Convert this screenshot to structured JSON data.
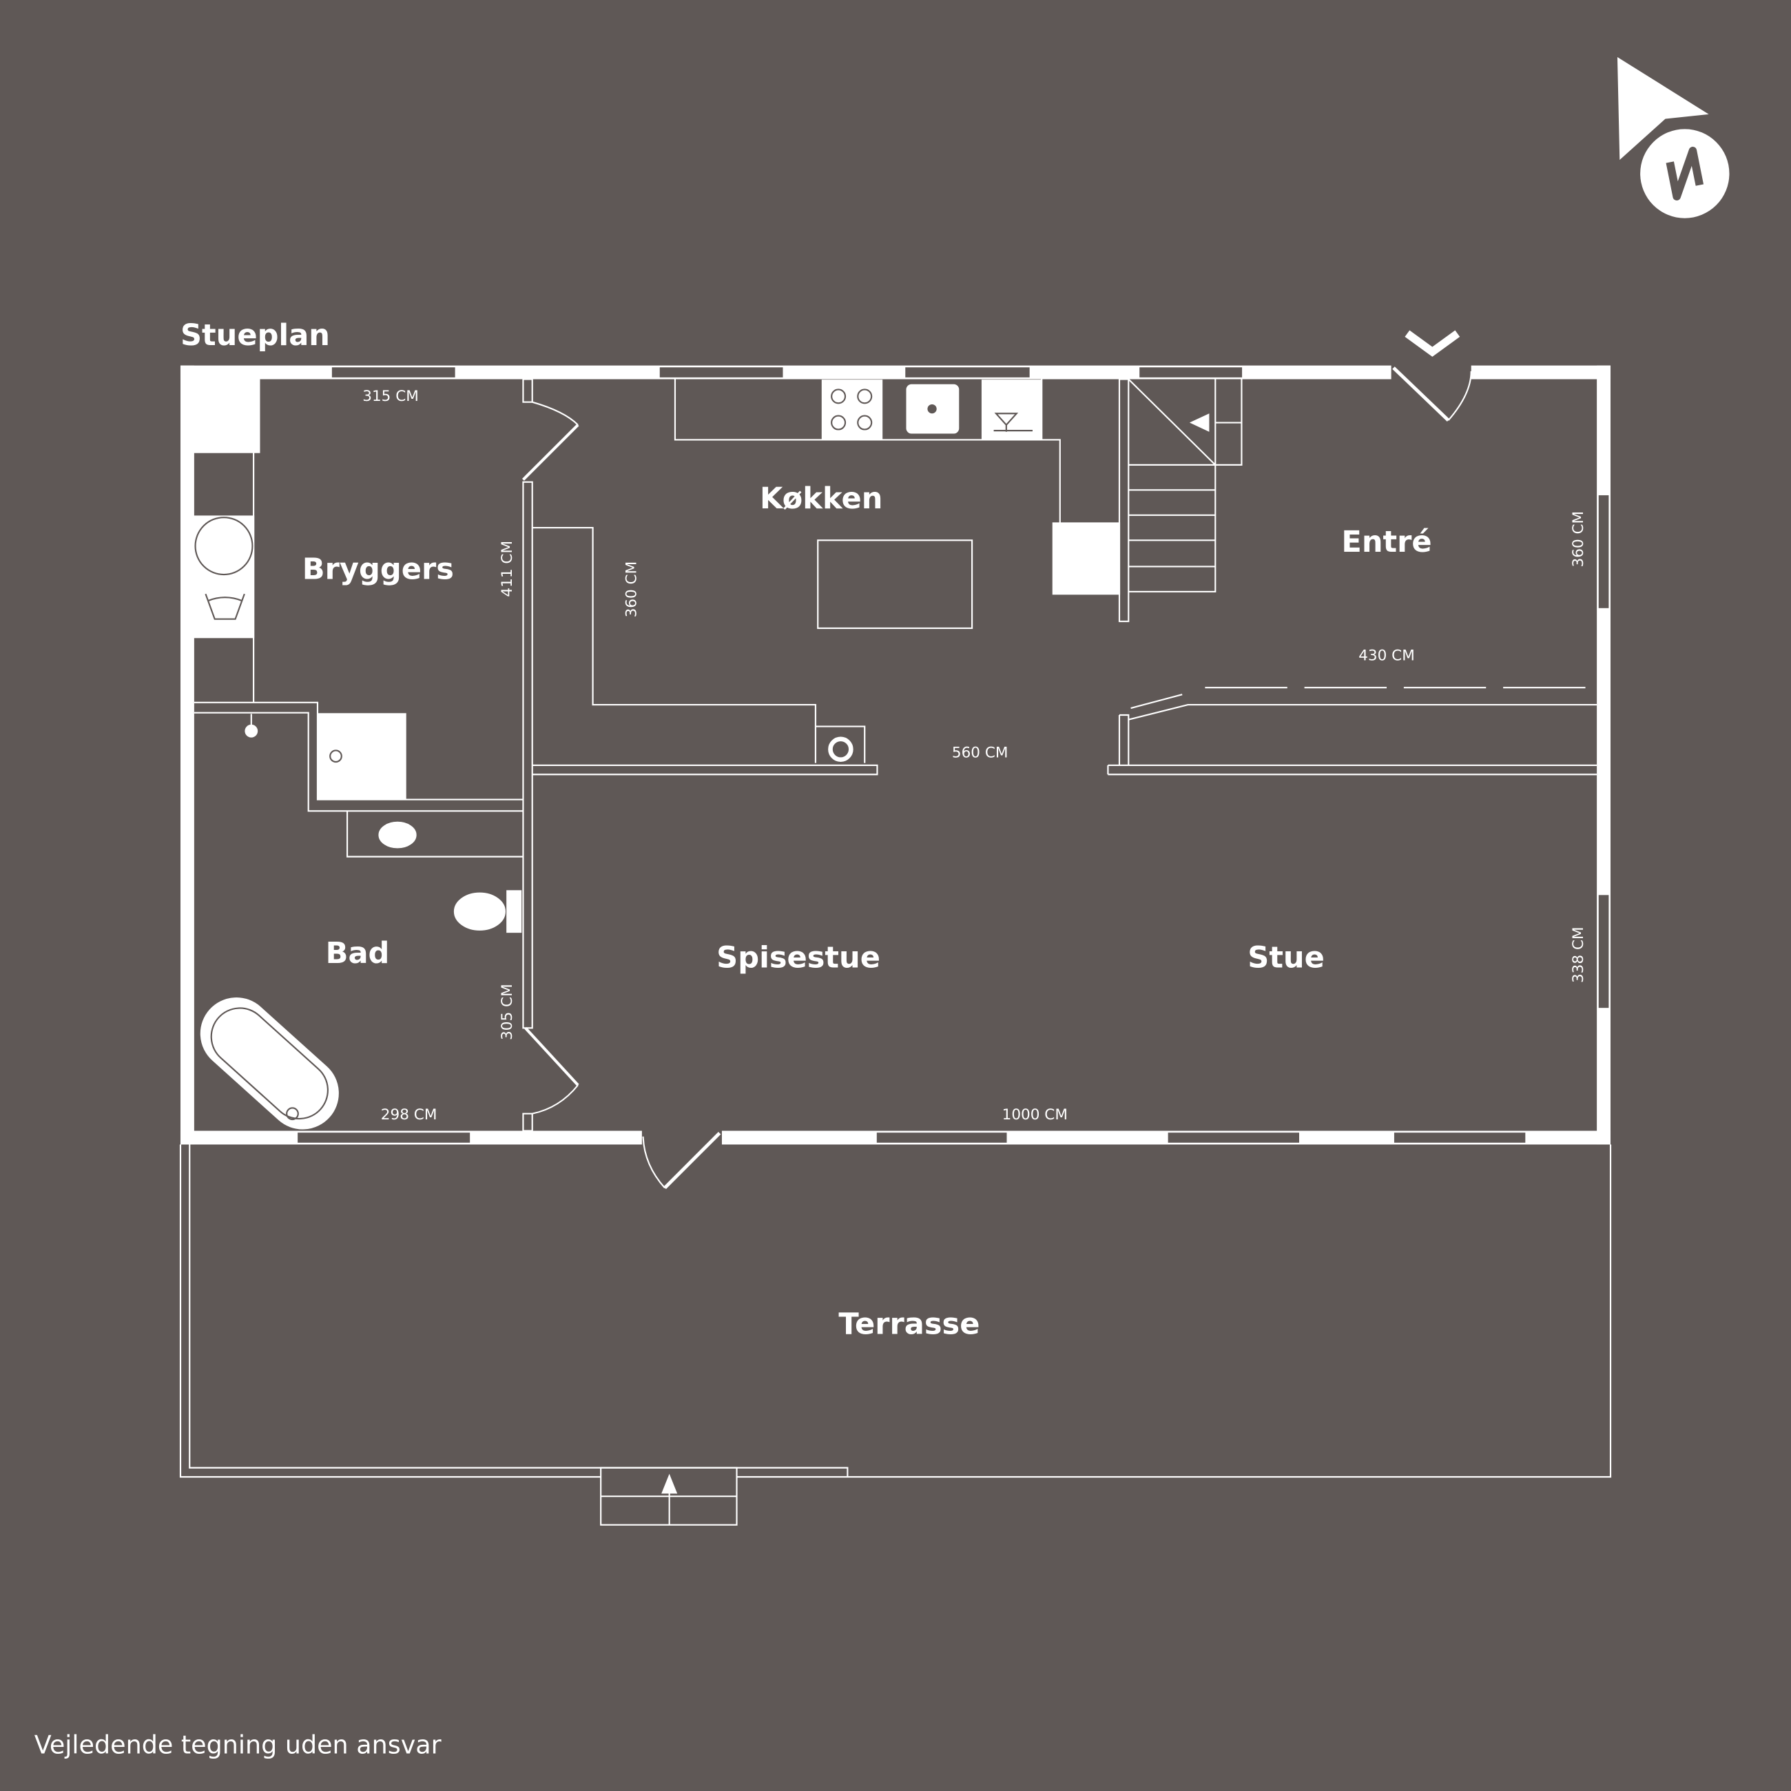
{
  "title": "Stueplan",
  "disclaimer": "Vejledende tegning uden ansvar",
  "compass": {
    "label": "N"
  },
  "rooms": {
    "bryggers": "Bryggers",
    "kokken": "Køkken",
    "entre": "Entré",
    "bad": "Bad",
    "spisestue": "Spisestue",
    "stue": "Stue",
    "terrasse": "Terrasse"
  },
  "dimensions": {
    "bryggers_width": "315 CM",
    "bryggers_depth": "411 CM",
    "kokken_depth": "360 CM",
    "entre_width": "430 CM",
    "entre_depth": "360 CM",
    "kitchen_span": "560 CM",
    "bad_depth": "305 CM",
    "bad_width": "298 CM",
    "total_width": "1000 CM",
    "stue_depth": "338 CM"
  },
  "colors": {
    "background": "#5f5856",
    "lines": "#ffffff"
  }
}
